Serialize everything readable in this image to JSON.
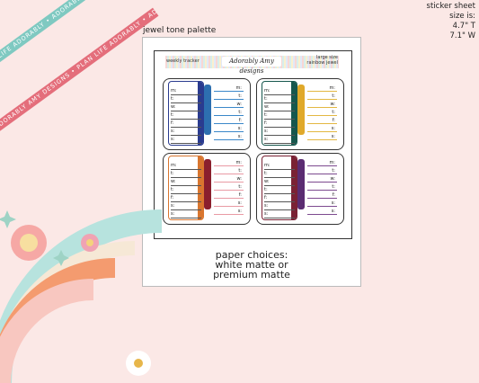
{
  "ribbons": {
    "top": "PLAN LIFE ADORABLY • ADORABLY AMY DESIGNS • PLAN LIFE ADORABLY",
    "bottom": "ADORABLY AMY DESIGNS • PLAN LIFE ADORABLY • ADORABLY AMY DESIGNS"
  },
  "sticker_info": {
    "line1": "sticker sheet",
    "line2": "size is:",
    "line3": "4.7\" T",
    "line4": "7.1\" W"
  },
  "palette_label": "jewel tone palette",
  "sheet": {
    "left_title": "weekly tracker",
    "brand": "Adorably Amy designs",
    "right_title_1": "large size",
    "right_title_2": "rainbow jewel"
  },
  "days_left": [
    "m:",
    "t:",
    "w:",
    "t:",
    "f:",
    "s:",
    "s:"
  ],
  "days_right": [
    "m:",
    "t:",
    "w:",
    "t:",
    "f:",
    "s:",
    "s:"
  ],
  "stickers": [
    {
      "book": "#2a3b8f",
      "pen": "#2d6fb0",
      "tabline": "#3a87c9"
    },
    {
      "book": "#16574d",
      "pen": "#e0a92a",
      "tabline": "#e3b842"
    },
    {
      "book": "#d9762f",
      "pen": "#8a1f2d",
      "tabline": "#e99aa4"
    },
    {
      "book": "#7a2234",
      "pen": "#5b2c72",
      "tabline": "#7d4a8f"
    }
  ],
  "paper_choices": {
    "line1": "paper choices:",
    "line2": "white matte or",
    "line3": "premium matte"
  },
  "colors": {
    "background": "#fbe8e6",
    "ribbon_teal": "#7fc9c1",
    "ribbon_pink": "#e46e7b"
  }
}
